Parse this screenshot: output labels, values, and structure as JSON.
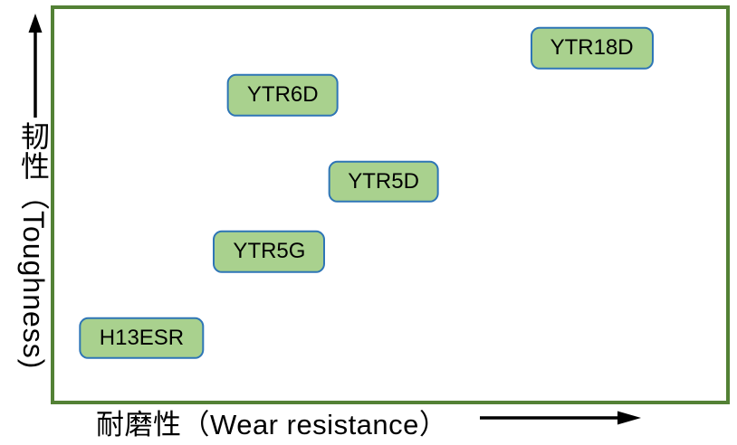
{
  "chart_data": {
    "type": "scatter",
    "title": "",
    "xlabel": "耐磨性（Wear resistance）",
    "ylabel": "韧性（Toughness)",
    "axes_quantitative": false,
    "axis_note": "Qualitative axes: arrows indicate increasing direction, no tick marks or numeric scale",
    "points": [
      {
        "label": "H13ESR",
        "x_rel": 0.13,
        "y_rel": 0.16
      },
      {
        "label": "YTR5G",
        "x_rel": 0.32,
        "y_rel": 0.38
      },
      {
        "label": "YTR5D",
        "x_rel": 0.49,
        "y_rel": 0.56
      },
      {
        "label": "YTR6D",
        "x_rel": 0.34,
        "y_rel": 0.78
      },
      {
        "label": "YTR18D",
        "x_rel": 0.8,
        "y_rel": 0.9
      }
    ],
    "colors": {
      "node_fill": "#A9D18E",
      "node_border": "#2E75B6",
      "plot_border": "#538135",
      "arrow": "#000000",
      "text": "#000000",
      "background": "#FFFFFF"
    },
    "legend": "none",
    "grid": false
  }
}
